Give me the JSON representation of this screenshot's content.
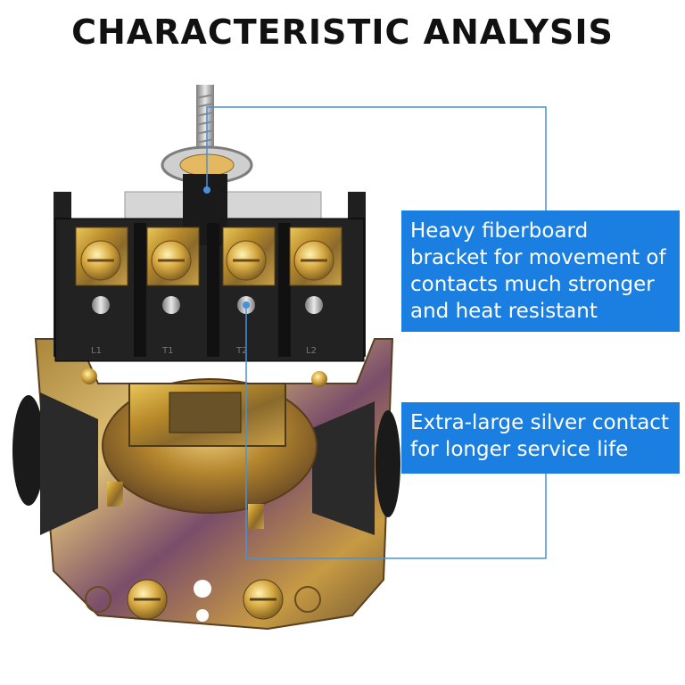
{
  "title": "CHARACTERISTIC ANALYSIS",
  "callouts": [
    {
      "text": "Heavy fiberboard bracket for movement of contacts much stronger and heat resistant"
    },
    {
      "text": "Extra-large silver contact for longer service life"
    }
  ],
  "terminal_labels": [
    "L1",
    "T1",
    "T2",
    "L2"
  ],
  "colors": {
    "callout_bg": "#1a7fe0",
    "leader_line": "#4a90d9",
    "title": "#111111"
  }
}
